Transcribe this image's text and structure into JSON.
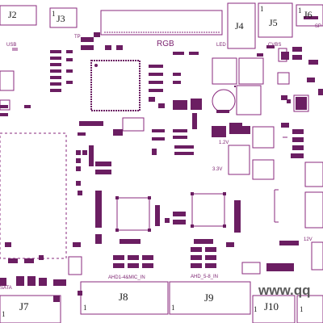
{
  "colors": {
    "silk": "#8a2a7e",
    "ink": "#1a1a1a",
    "fill": "#6b1e62",
    "watermark": "#5a5a5a"
  },
  "connectors": {
    "j2": "J2",
    "j3": "J3",
    "j4": "J4",
    "j5": "J5",
    "j6": "J6",
    "j7": "J7",
    "j8": "J8",
    "j9": "J9",
    "j10": "J10"
  },
  "pin_one": "1",
  "labels": {
    "usb": "USB",
    "tp": "TP",
    "rgb": "RGB",
    "led": "LED",
    "cvbs": "CVBS",
    "sp": "SP",
    "v12a": "1.2V",
    "v33": "3.3V",
    "v12b": "12V",
    "ahd14": "AHD1-4&MIC_IN",
    "ahd58": "AHD_5-8_IN",
    "sata": "SATA"
  },
  "watermark": "www.qq"
}
